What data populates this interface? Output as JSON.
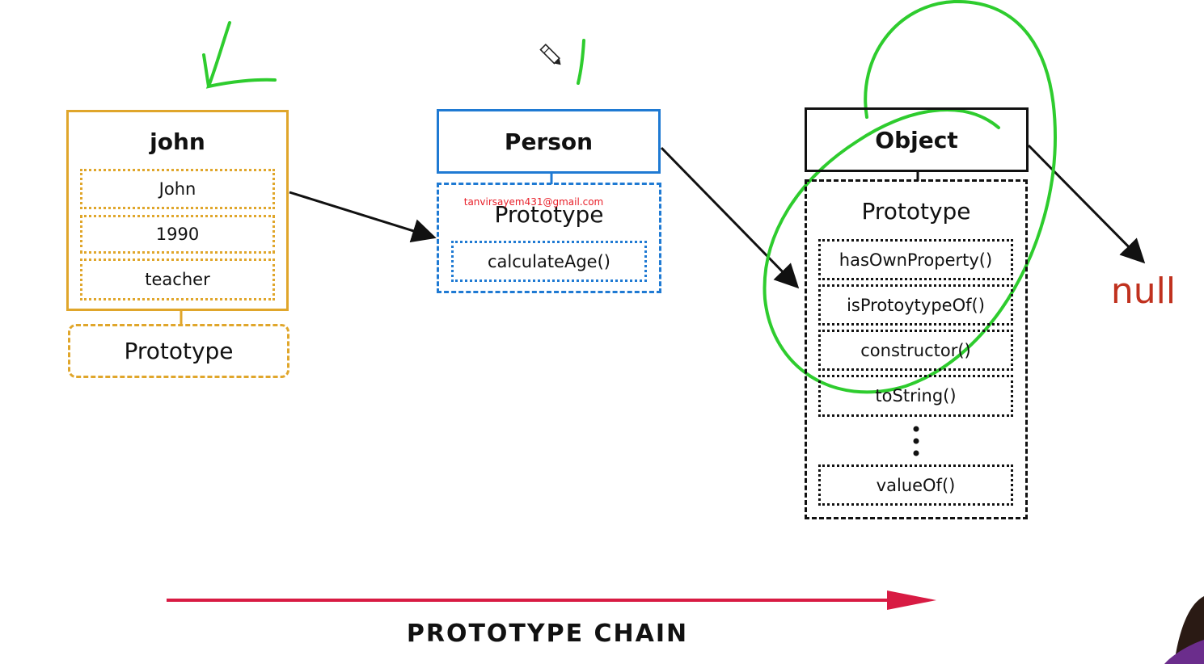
{
  "john": {
    "title": "john",
    "fields": [
      "John",
      "1990",
      "teacher"
    ],
    "prototype_label": "Prototype"
  },
  "person": {
    "title": "Person",
    "prototype_label": "Prototype",
    "methods": [
      "calculateAge()"
    ]
  },
  "object": {
    "title": "Object",
    "prototype_label": "Prototype",
    "methods": [
      "hasOwnProperty()",
      "isProtoytypeOf()",
      "constructor()",
      "toString()",
      "valueOf()"
    ]
  },
  "null_label": "null",
  "chain_label": "PROTOTYPE CHAIN",
  "watermark": "tanvirsayem431@gmail.com",
  "colors": {
    "john": "#e0a62b",
    "person": "#1f7ad3",
    "object": "#111111",
    "null": "#c0311e",
    "chain_arrow": "#d81b43",
    "annotation": "#2ecc2e"
  },
  "icons": [
    "pencil-cursor-icon"
  ]
}
